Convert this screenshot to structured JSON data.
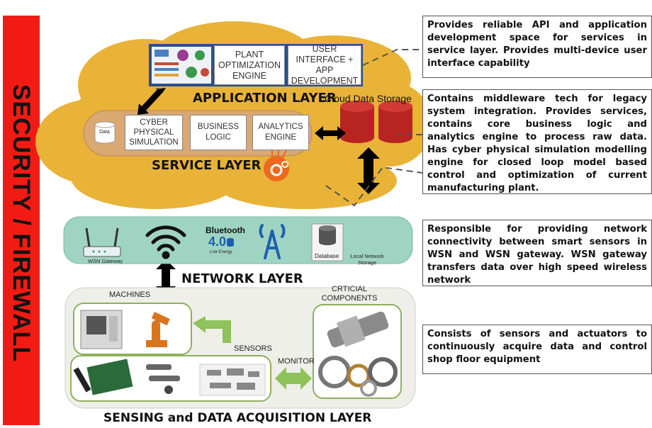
{
  "security": {
    "label": "SECURITY / FIREWALL"
  },
  "application_layer": {
    "title": "APPLICATION LAYER",
    "plant_box": "PLANT OPTIMIZATION ENGINE",
    "ui_box": "USER INTERFACE + APP DEVELOPMENT"
  },
  "cloud_storage": {
    "label": "Cloud Data Storage"
  },
  "service_layer": {
    "title": "SERVICE LAYER",
    "data_label": "Data",
    "cps_box": "CYBER PHYSICAL SIMULATION",
    "business_box": "BUSINESS LOGIC",
    "analytics_box": "ANALYTICS ENGINE"
  },
  "network_layer": {
    "title": "NETWORK LAYER",
    "wsn_gateway": "WSN Gateway",
    "bluetooth_word": "Bluetooth",
    "bluetooth_version": "4.0",
    "bluetooth_sub": "Low Energy",
    "database": "Database",
    "local_storage": "Local Network Storage"
  },
  "sensing_layer": {
    "title": "SENSING and DATA ACQUISITION LAYER",
    "machines": "MACHINES",
    "critical": "CRTICIAL COMPONENTS",
    "sensors": "SENSORS",
    "monitor": "MONITOR"
  },
  "descriptions": [
    "Provides reliable API and application development space for services in service layer. Provides multi-device user interface capability",
    "Contains middleware tech for legacy system integration. Provides services, contains core business logic and analytics engine to process raw data. Has cyber physical simulation modelling engine for closed loop model based control and optimization of current manufacturing plant.",
    "Responsible for providing network connectivity between smart sensors in WSN and WSN gateway. WSN gateway transfers data over high speed wireless network",
    "Consists of sensors and actuators to continuously acquire data and control shop floor equipment"
  ],
  "colors": {
    "security_red": "#f21b14",
    "cloud_gold": "#e9b338",
    "service_tan": "#d9a873",
    "network_teal": "#9fd4c2",
    "storage_red": "#b8241f",
    "arrow_green": "#8fc25a"
  }
}
